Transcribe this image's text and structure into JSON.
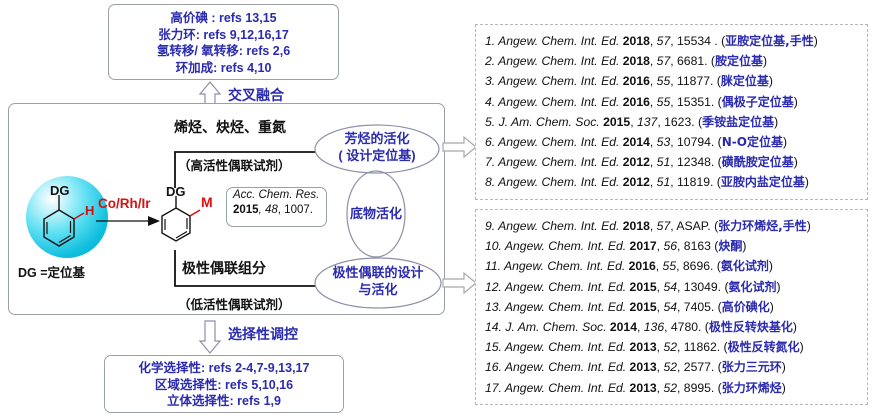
{
  "top_box": {
    "lines": [
      "高价碘 : refs 13,15",
      "张力环: refs 9,12,16,17",
      "氢转移/ 氧转移: refs 2,6",
      "环加成: refs 4,10"
    ]
  },
  "cross_fusion_label": "交叉融合",
  "selectivity_label": "选择性调控",
  "bottom_box": {
    "lines": [
      "化学选择性: refs 2-4,7-9,13,17",
      "区域选择性: refs 5,10,16",
      "立体选择性: refs 1,9"
    ]
  },
  "scheme": {
    "sphere_dg": "DG",
    "sphere_h": "H",
    "catalyst": "Co/Rh/Ir",
    "product_dg": "DG",
    "product_m": "M",
    "dg_definition": "DG =定位基",
    "top_route_label": "烯烃、炔烃、重氮",
    "top_route_sub": "（高活性偶联试剂）",
    "bottom_route_label": "极性偶联组分",
    "bottom_route_sub": "（低活性偶联试剂）",
    "citation": {
      "journal": "Acc. Chem. Res.",
      "year": "2015",
      "volume": "48",
      "page": "1007."
    },
    "ellipse_top": [
      "芳烃的活化",
      "( 设计定位基)"
    ],
    "ellipse_mid": [
      "底物活化"
    ],
    "ellipse_bottom": [
      "极性偶联的设计",
      "与活化"
    ]
  },
  "colors": {
    "accent_blue": "#2b2bb0",
    "accent_red": "#d41313",
    "sphere_cyan": "#0fbede",
    "panel_border": "#9aa0a6",
    "ref_border": "#b8b8b8"
  },
  "references_top": [
    {
      "num": "1.",
      "jrnl": "Angew. Chem. Int. Ed.",
      "yr": "2018",
      "vol": "57",
      "pg": "15534 .",
      "cn": "亚胺定位基,手性"
    },
    {
      "num": "2.",
      "jrnl": "Angew. Chem. Int. Ed.",
      "yr": "2018",
      "vol": "57",
      "pg": "6681.",
      "cn": "胺定位基"
    },
    {
      "num": "3.",
      "jrnl": "Angew. Chem. Int. Ed.",
      "yr": "2016",
      "vol": "55",
      "pg": "11877.",
      "cn": "脒定位基"
    },
    {
      "num": "4.",
      "jrnl": "Angew. Chem. Int. Ed.",
      "yr": "2016",
      "vol": "55",
      "pg": "15351.",
      "cn": "偶极子定位基"
    },
    {
      "num": "5.",
      "jrnl": "J. Am. Chem. Soc.",
      "yr": "2015",
      "vol": "137",
      "pg": "1623.",
      "cn": "季铵盐定位基"
    },
    {
      "num": "6.",
      "jrnl": "Angew. Chem. Int. Ed.",
      "yr": "2014",
      "vol": "53",
      "pg": "10794.",
      "cn": "N-O定位基"
    },
    {
      "num": "7.",
      "jrnl": "Angew. Chem. Int. Ed.",
      "yr": "2012",
      "vol": "51",
      "pg": "12348.",
      "cn": "磺酰胺定位基"
    },
    {
      "num": "8.",
      "jrnl": "Angew. Chem. Int. Ed.",
      "yr": "2012",
      "vol": "51",
      "pg": "11819.",
      "cn": "亚胺内盐定位基"
    }
  ],
  "references_bottom": [
    {
      "num": "9.",
      "jrnl": "Angew. Chem. Int. Ed.",
      "yr": "2018",
      "vol": "57",
      "pg": "ASAP.",
      "cn": "张力环烯烃,手性"
    },
    {
      "num": "10.",
      "jrnl": "Angew. Chem. Int. Ed.",
      "yr": "2017",
      "vol": "56",
      "pg": "8163",
      "cn": "炔酮"
    },
    {
      "num": "11.",
      "jrnl": "Angew. Chem. Int. Ed.",
      "yr": "2016",
      "vol": "55",
      "pg": "8696.",
      "cn": "氨化试剂"
    },
    {
      "num": "12.",
      "jrnl": "Angew. Chem. Int. Ed.",
      "yr": "2015",
      "vol": "54",
      "pg": "13049.",
      "cn": "氨化试剂"
    },
    {
      "num": "13.",
      "jrnl": "Angew. Chem. Int. Ed.",
      "yr": "2015",
      "vol": "54",
      "pg": "7405.",
      "cn": "高价碘化"
    },
    {
      "num": "14.",
      "jrnl": "J. Am. Chem. Soc.",
      "yr": "2014",
      "vol": "136",
      "pg": "4780.",
      "cn": "极性反转炔基化"
    },
    {
      "num": "15.",
      "jrnl": "Angew. Chem. Int. Ed.",
      "yr": "2013",
      "vol": "52",
      "pg": "11862.",
      "cn": "极性反转氮化"
    },
    {
      "num": "16.",
      "jrnl": "Angew. Chem. Int. Ed.",
      "yr": "2013",
      "vol": "52",
      "pg": "2577.",
      "cn": "张力三元环"
    },
    {
      "num": "17.",
      "jrnl": "Angew. Chem. Int. Ed.",
      "yr": "2013",
      "vol": "52",
      "pg": "8995.",
      "cn": "张力环烯烃"
    }
  ]
}
